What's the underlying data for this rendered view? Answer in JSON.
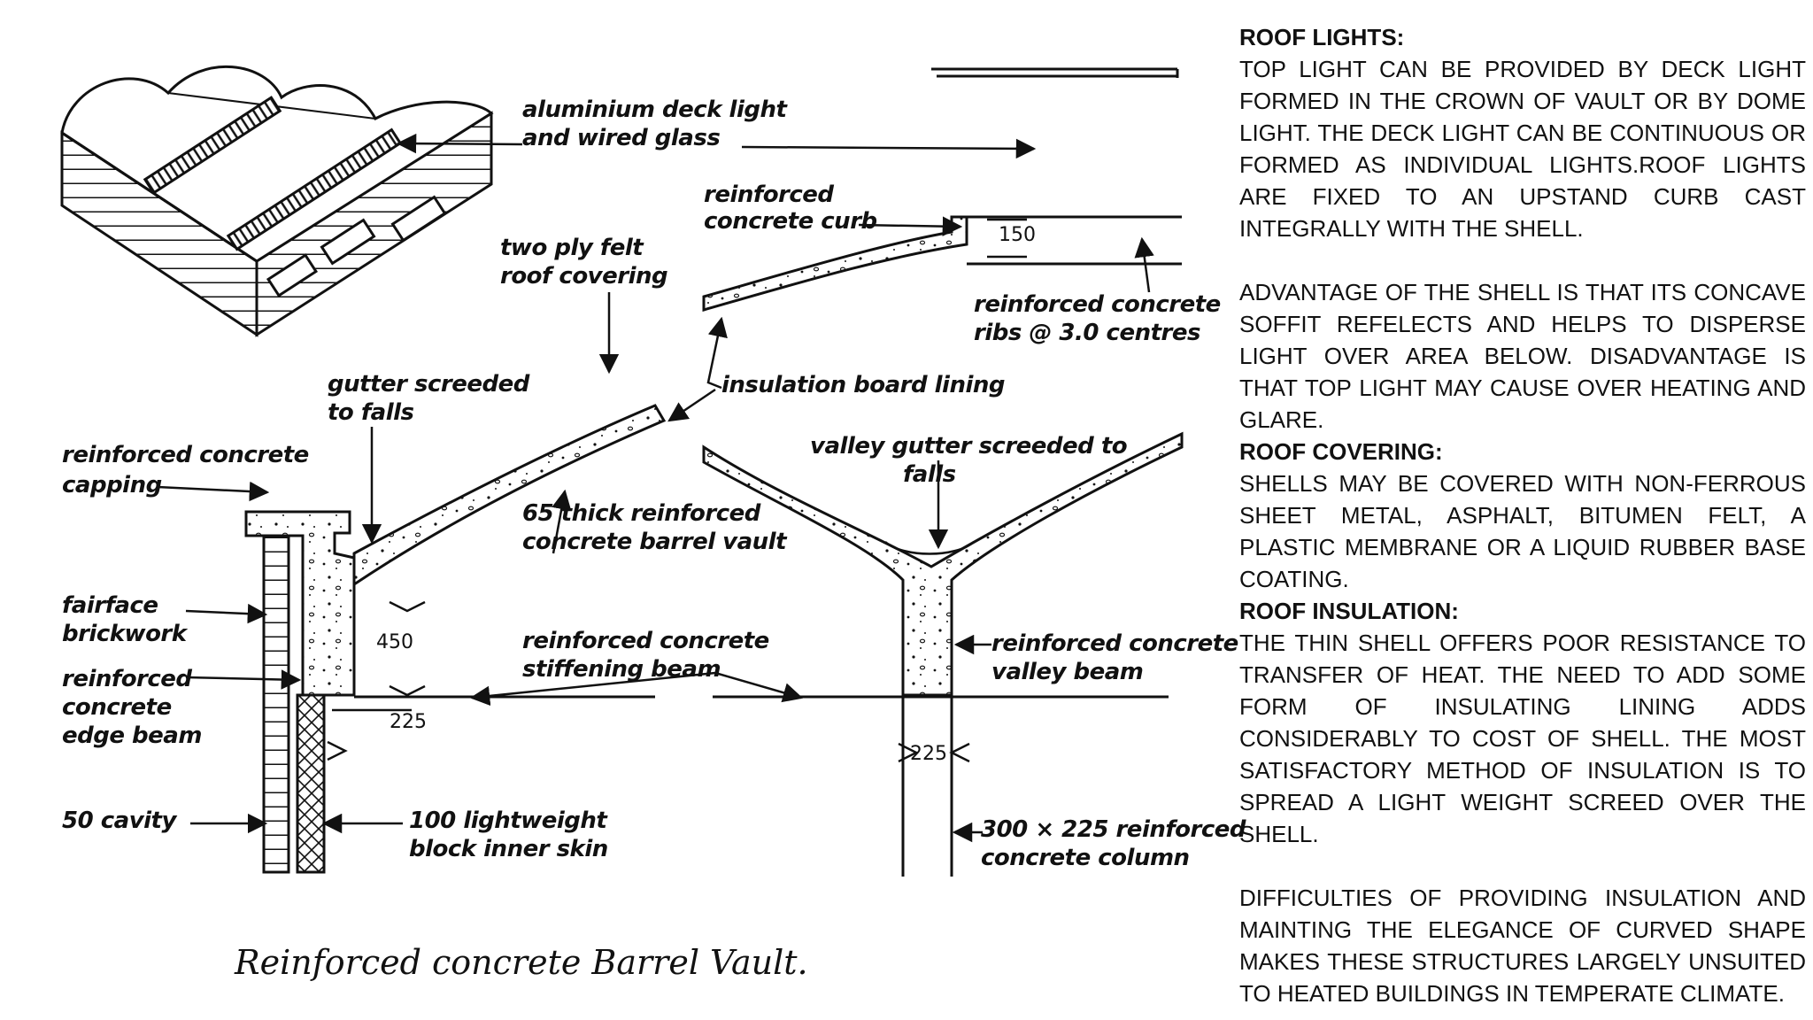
{
  "diagram": {
    "caption": "Reinforced concrete Barrel Vault.",
    "labels": {
      "deck_light_1": "aluminium deck light",
      "deck_light_2": "and wired glass",
      "curb_1": "reinforced",
      "curb_2": "concrete curb",
      "felt_1": "two ply felt",
      "felt_2": "roof covering",
      "ribs_1": "reinforced concrete",
      "ribs_2": "ribs @ 3.0 centres",
      "insulation": "insulation board lining",
      "gutter_1": "gutter screeded",
      "gutter_2": "to falls",
      "capping_1": "reinforced concrete",
      "capping_2": "capping",
      "valley_gutter_1": "valley gutter screeded to",
      "valley_gutter_2": "falls",
      "vault_1": "65 thick reinforced",
      "vault_2": "concrete barrel vault",
      "brick_1": "fairface",
      "brick_2": "brickwork",
      "stiff_1": "reinforced concrete",
      "stiff_2": "stiffening beam",
      "valley_beam_1": "reinforced concrete",
      "valley_beam_2": "valley beam",
      "edge_1": "reinforced",
      "edge_2": "concrete",
      "edge_3": "edge beam",
      "cavity": "50 cavity",
      "block_1": "100 lightweight",
      "block_2": "block inner skin",
      "column_1": "300 × 225 reinforced",
      "column_2": "concrete column"
    },
    "dimensions": {
      "curb_height": "150",
      "beam_depth": "450",
      "edge_width": "225",
      "valley_width": "225"
    }
  },
  "notes": {
    "roof_lights_heading": "ROOF LIGHTS:",
    "roof_lights_text": "TOP LIGHT CAN BE PROVIDED BY DECK LIGHT FORMED IN THE CROWN OF VAULT OR BY DOME LIGHT. THE DECK LIGHT CAN BE CONTINUOUS OR FORMED AS INDIVIDUAL LIGHTS.ROOF LIGHTS ARE FIXED TO AN UPSTAND CURB CAST INTEGRALLY WITH THE SHELL.",
    "advantage_text": "ADVANTAGE OF THE SHELL IS THAT ITS CONCAVE SOFFIT REFELECTS AND HELPS TO DISPERSE LIGHT OVER AREA BELOW. DISADVANTAGE IS THAT TOP LIGHT MAY CAUSE OVER HEATING AND GLARE.",
    "roof_covering_heading": "ROOF COVERING:",
    "roof_covering_text": "SHELLS MAY BE COVERED WITH NON-FERROUS SHEET METAL, ASPHALT, BITUMEN FELT, A PLASTIC MEMBRANE OR A LIQUID RUBBER BASE COATING.",
    "roof_insulation_heading": "ROOF INSULATION:",
    "roof_insulation_text": "THE THIN SHELL OFFERS POOR RESISTANCE TO TRANSFER OF HEAT. THE NEED TO ADD SOME FORM OF INSULATING LINING ADDS CONSIDERABLY TO COST OF SHELL. THE MOST SATISFACTORY METHOD OF INSULATION IS TO SPREAD A LIGHT WEIGHT SCREED OVER THE SHELL.",
    "difficulties_text": "DIFFICULTIES OF PROVIDING INSULATION AND MAINTING THE ELEGANCE OF CURVED SHAPE MAKES THESE STRUCTURES LARGELY UNSUITED TO HEATED BUILDINGS IN TEMPERATE CLIMATE."
  }
}
